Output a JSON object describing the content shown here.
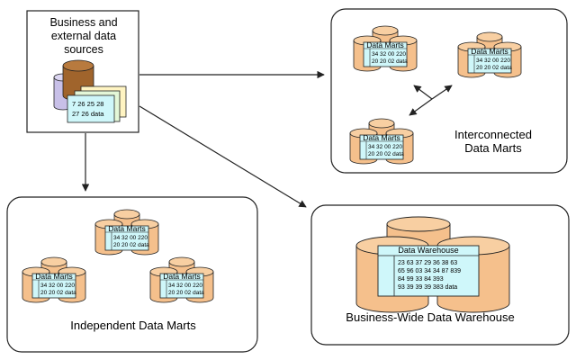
{
  "source_box": {
    "label_line1": "Business and",
    "label_line2": "external data",
    "label_line3": "sources",
    "sheet_line1": "7 26 25 28",
    "sheet_line2": "27 26 data"
  },
  "mart": {
    "title": "Data Marts",
    "row1": "34 32 00 220",
    "row2": "20 20 02 data"
  },
  "groups": {
    "interconnected_line1": "Interconnected",
    "interconnected_line2": "Data Marts",
    "independent": "Independent Data Marts",
    "business_wide": "Business-Wide Data Warehouse"
  },
  "warehouse": {
    "title": "Data Warehouse",
    "rows": [
      "23 63 37 29 36 38 63",
      "65 96 03 34 34 87 839",
      "84 99 33 84 393",
      "93 39 39 39 383 data"
    ]
  },
  "colors": {
    "cylinder": "#F5C08C",
    "brown": "#A0642C",
    "sheet": "#CFF7FA",
    "sheet_cream": "#FFF4C2",
    "purple": "#C8C0E8",
    "stroke": "#222222"
  }
}
